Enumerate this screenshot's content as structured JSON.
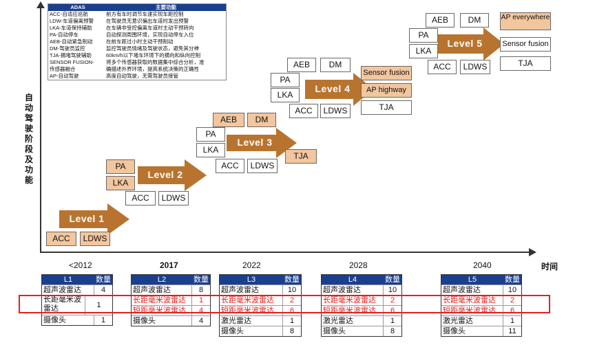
{
  "legend": {
    "header": [
      "ADAS",
      "主要功能"
    ],
    "rows": [
      [
        "ACC-自适应巡航",
        "前方有车时调节车速实现车距控制"
      ],
      [
        "LDW-车道偏离预警",
        "在驾驶员无意识偏出车道时发出预警"
      ],
      [
        "LKA-车道保持辅助",
        "在车辆非受控偏离车道时主动干预转向"
      ],
      [
        "PA-自动停车",
        "自动探测周围环境，实现自动停车入位"
      ],
      [
        "AEB-自动紧急制动",
        "在前车距过小时主动干预制动"
      ],
      [
        "DM-驾驶员监控",
        "监控驾驶员情绪及驾驶状态，避免其分神"
      ],
      [
        "TJA-拥堵驾驶辅助",
        "60km/h以下堵车环境下的横向和纵向控制"
      ],
      [
        "SENSOR FUSION-",
        "将多个传感器获取的数据集中综合分析，准"
      ],
      [
        "传感器融合",
        "确描述外界环境，提高系统决策的正确性"
      ],
      [
        "AP-自动驾驶",
        "高度自动驾驶，无需驾驶员接管"
      ]
    ]
  },
  "axis": {
    "ylabel_chars": [
      "自",
      "动",
      "驾",
      "驶",
      "阶",
      "段",
      "及",
      "功",
      "能"
    ],
    "xlabel": "时间",
    "ticks": [
      "<2012",
      "2017",
      "2022",
      "2028",
      "2040"
    ]
  },
  "levels": [
    "Level  1",
    "Level  2",
    "Level  3",
    "Level  4",
    "Level  5"
  ],
  "features": {
    "l1": [
      "ACC",
      "LDWS"
    ],
    "l2": [
      "PA",
      "LKA",
      "ACC",
      "LDWS"
    ],
    "l3": [
      "AEB",
      "DM",
      "PA",
      "LKA",
      "ACC",
      "LDWS",
      "TJA"
    ],
    "l4": [
      "AEB",
      "DM",
      "PA",
      "LKA",
      "ACC",
      "LDWS",
      "Sensor fusion",
      "AP highway",
      "TJA"
    ],
    "l5": [
      "AEB",
      "DM",
      "PA",
      "LKA",
      "ACC",
      "LDWS",
      "AP everywhere",
      "Sensor fusion",
      "TJA"
    ]
  },
  "sensor_tables": [
    {
      "title": "L1",
      "qty_header": "数量",
      "rows": [
        [
          "超声波雷达",
          "4"
        ],
        [
          "长距毫米波雷达",
          "1"
        ],
        [
          "摄像头",
          "1"
        ]
      ]
    },
    {
      "title": "L2",
      "qty_header": "数量",
      "rows": [
        [
          "超声波雷达",
          "8"
        ],
        [
          "长距毫米波雷达",
          "1"
        ],
        [
          "短距毫米波雷达",
          "4"
        ],
        [
          "摄像头",
          "4"
        ]
      ]
    },
    {
      "title": "L3",
      "qty_header": "数量",
      "rows": [
        [
          "超声波雷达",
          "10"
        ],
        [
          "长距毫米波雷达",
          "2"
        ],
        [
          "短距毫米波雷达",
          "6"
        ],
        [
          "激光雷达",
          "1"
        ],
        [
          "摄像头",
          "8"
        ]
      ]
    },
    {
      "title": "L4",
      "qty_header": "数量",
      "rows": [
        [
          "超声波雷达",
          "10"
        ],
        [
          "长距毫米波雷达",
          "2"
        ],
        [
          "短距毫米波雷达",
          "6"
        ],
        [
          "激光雷达",
          "1"
        ],
        [
          "摄像头",
          "8"
        ]
      ]
    },
    {
      "title": "L5",
      "qty_header": "数量",
      "rows": [
        [
          "超声波雷达",
          "10"
        ],
        [
          "长距毫米波雷达",
          "2"
        ],
        [
          "短距毫米波雷达",
          "6"
        ],
        [
          "激光雷达",
          "1"
        ],
        [
          "摄像头",
          "11"
        ]
      ]
    }
  ],
  "colors": {
    "arrow": "#b8742f",
    "orange_box": "#f2c69e",
    "table_header": "#1a3f8f",
    "highlight": "#e02020"
  }
}
